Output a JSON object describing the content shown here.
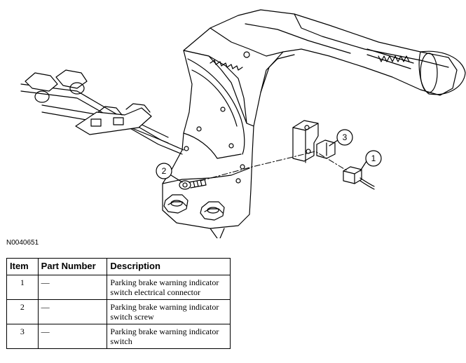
{
  "figure": {
    "code": "N0040651",
    "callouts": [
      "1",
      "2",
      "3"
    ]
  },
  "table": {
    "headers": {
      "item": "Item",
      "part_number": "Part Number",
      "description": "Description"
    },
    "rows": [
      {
        "item": "1",
        "part_number": "—",
        "description": "Parking brake warning indicator switch electrical connector"
      },
      {
        "item": "2",
        "part_number": "—",
        "description": "Parking brake warning indicator switch screw"
      },
      {
        "item": "3",
        "part_number": "—",
        "description": "Parking brake warning indicator switch"
      }
    ]
  }
}
